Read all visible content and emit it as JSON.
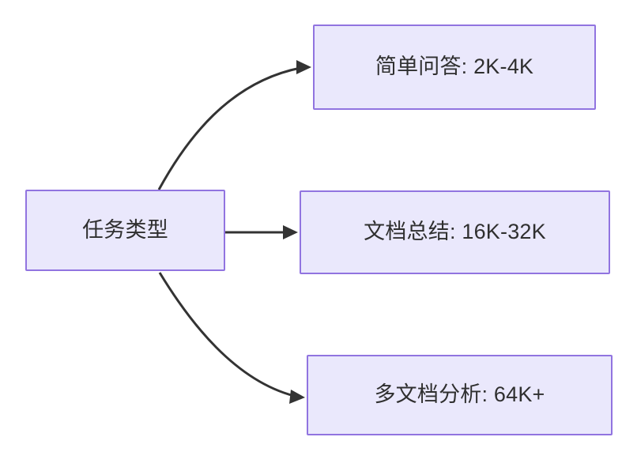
{
  "diagram": {
    "type": "flowchart",
    "direction": "left-to-right",
    "background_color": "#ffffff",
    "node_fill_color": "#eae8fc",
    "node_border_color": "#9174e0",
    "node_text_color": "#2f2f2f",
    "edge_color": "#333333",
    "nodes": [
      {
        "id": "root",
        "label": "任务类型",
        "role": "source"
      },
      {
        "id": "simple_qa",
        "label": "简单问答: 2K-4K",
        "role": "target"
      },
      {
        "id": "doc_summary",
        "label": "文档总结: 16K-32K",
        "role": "target"
      },
      {
        "id": "multi_doc",
        "label": "多文档分析: 64K+",
        "role": "target"
      }
    ],
    "edges": [
      {
        "id": "edge-root-simple-qa",
        "from": "root",
        "to": "simple_qa",
        "label": "",
        "style": "curved"
      },
      {
        "id": "edge-root-doc-sum",
        "from": "root",
        "to": "doc_summary",
        "label": "",
        "style": "straight"
      },
      {
        "id": "edge-root-multi-doc",
        "from": "root",
        "to": "multi_doc",
        "label": "",
        "style": "curved"
      }
    ]
  }
}
